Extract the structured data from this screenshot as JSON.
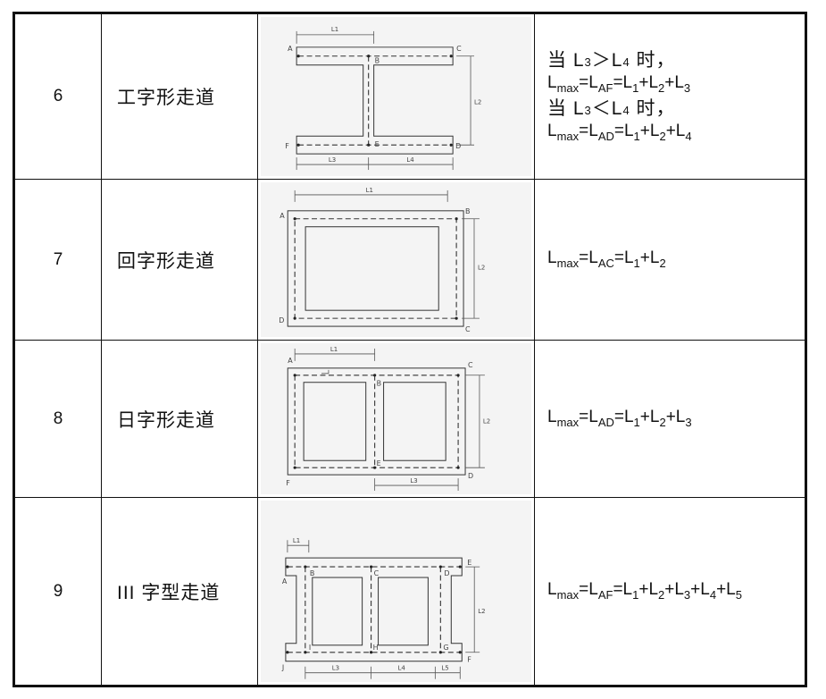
{
  "rows": [
    {
      "num": "6",
      "name": "工字形走道",
      "figure": {
        "points": [
          "A",
          "B",
          "C",
          "D",
          "E",
          "F"
        ],
        "dims": [
          "L1",
          "L2",
          "L3",
          "L4"
        ]
      },
      "formula_lines": [
        {
          "kind": "cn",
          "text": "当 L₃＞L₄ 时，"
        },
        {
          "kind": "math",
          "text": "Lmax=LAF=L1+L2+L3"
        },
        {
          "kind": "cn",
          "text": "当 L₃＜L₄ 时，"
        },
        {
          "kind": "math",
          "text": "Lmax=LAD=L1+L2+L4"
        }
      ]
    },
    {
      "num": "7",
      "name": "回字形走道",
      "figure": {
        "points": [
          "A",
          "B",
          "C",
          "D"
        ],
        "dims": [
          "L1",
          "L2"
        ]
      },
      "formula_lines": [
        {
          "kind": "math",
          "text": "Lmax=LAC=L1+L2"
        }
      ]
    },
    {
      "num": "8",
      "name": "日字形走道",
      "figure": {
        "points": [
          "A",
          "B",
          "C",
          "D",
          "E",
          "F"
        ],
        "dims": [
          "L1",
          "L2",
          "L3"
        ]
      },
      "formula_lines": [
        {
          "kind": "math",
          "text": "Lmax=LAD=L1+L2+L3"
        }
      ]
    },
    {
      "num": "9",
      "name": "III 字型走道",
      "figure": {
        "points": [
          "A",
          "B",
          "C",
          "D",
          "E",
          "F",
          "G",
          "H",
          "I",
          "J"
        ],
        "dims": [
          "L1",
          "L2",
          "L3",
          "L4",
          "L5"
        ]
      },
      "formula_lines": [
        {
          "kind": "math",
          "text": "Lmax=LAF=L1+L2+L3+L4+L5"
        }
      ]
    }
  ]
}
